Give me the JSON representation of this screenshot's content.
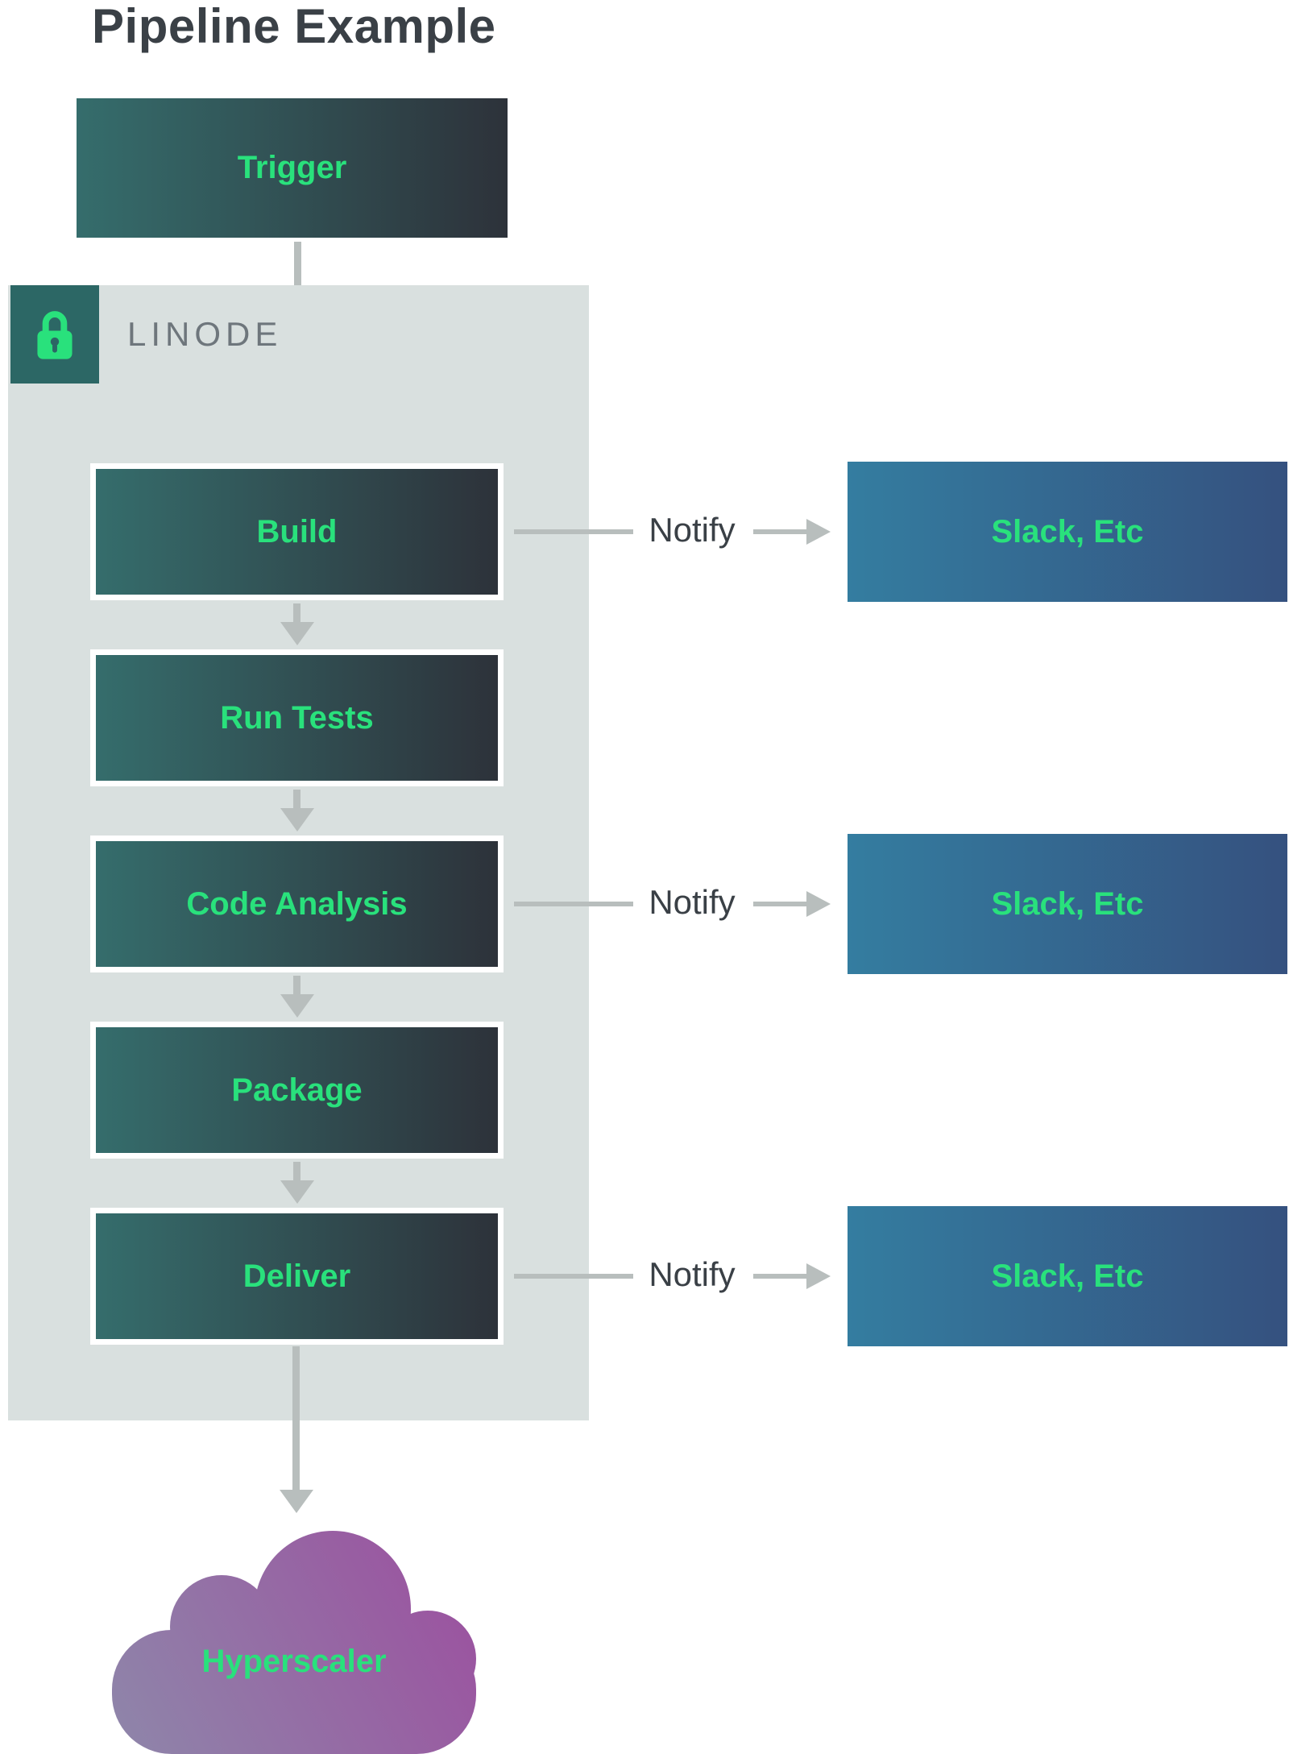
{
  "page": {
    "title": "Pipeline Example"
  },
  "colors": {
    "green": "#29e17c",
    "stage_gradient_left": "#356d6c",
    "stage_gradient_right": "#2d323a",
    "notify_gradient_left": "#347da0",
    "notify_gradient_right": "#35517f",
    "container_bg": "#d9e0df",
    "lock_bg": "#2c6765",
    "arrow": "#b8bebd",
    "text_dark": "#3a4046",
    "container_label_color": "#6e767c",
    "cloud_gradient_left": "#8e87aa",
    "cloud_gradient_right": "#9c4f9f"
  },
  "pipeline": {
    "trigger_label": "Trigger",
    "container_label": "LINODE",
    "stages": [
      {
        "label": "Build",
        "notifies": true
      },
      {
        "label": "Run Tests",
        "notifies": false
      },
      {
        "label": "Code Analysis",
        "notifies": true
      },
      {
        "label": "Package",
        "notifies": false
      },
      {
        "label": "Deliver",
        "notifies": true
      }
    ],
    "notify_label": "Notify",
    "notify_target_label": "Slack, Etc",
    "destination_label": "Hyperscaler"
  }
}
